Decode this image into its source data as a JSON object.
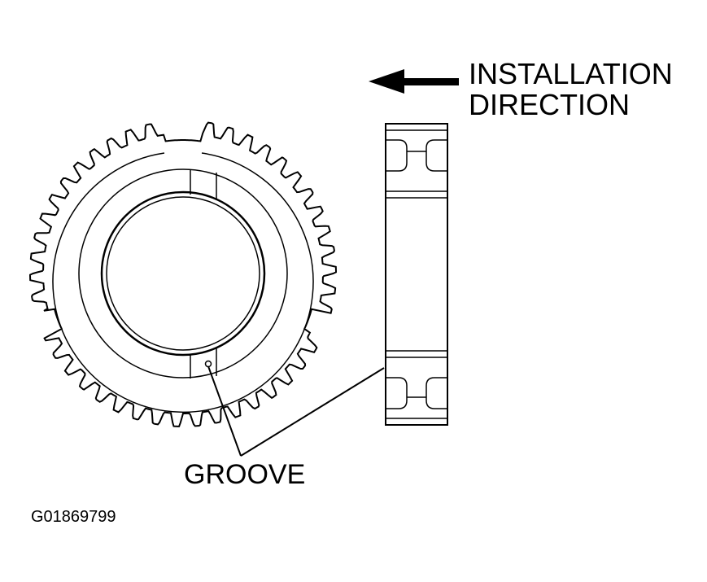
{
  "labels": {
    "installation_line1": "INSTALLATION",
    "installation_line2": "DIRECTION",
    "groove": "GROOVE",
    "figure_id": "G01869799"
  },
  "colors": {
    "ink": "#000000",
    "paper": "#ffffff"
  },
  "gear": {
    "tooth_count": 46
  },
  "arrow": {
    "direction": "left"
  }
}
